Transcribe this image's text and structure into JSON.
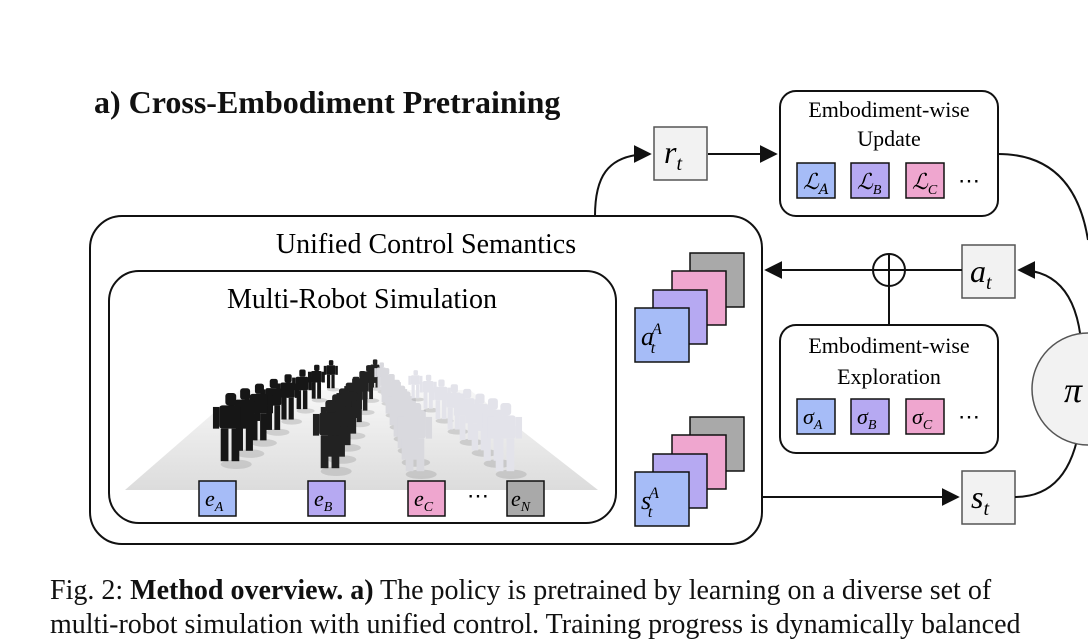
{
  "title": "a) Cross-Embodiment Pretraining",
  "boxes": {
    "update_title_1": "Embodiment-wise",
    "update_title_2": "Update",
    "exploration_title_1": "Embodiment-wise",
    "exploration_title_2": "Exploration",
    "unified_title": "Unified Control Semantics",
    "sim_title": "Multi-Robot Simulation"
  },
  "symbols": {
    "reward": "r",
    "reward_sub": "t",
    "action": "a",
    "action_sub": "t",
    "state": "s",
    "state_sub": "t",
    "policy": "π",
    "action_stack": "a",
    "action_stack_sub": "t",
    "action_stack_sup": "A",
    "state_stack": "s",
    "state_stack_sub": "t",
    "state_stack_sup": "A",
    "loss": [
      "ℒ",
      "ℒ",
      "ℒ"
    ],
    "loss_subs": [
      "A",
      "B",
      "C"
    ],
    "sigma": [
      "σ",
      "σ",
      "σ"
    ],
    "sigma_subs": [
      "A",
      "B",
      "C"
    ],
    "env": [
      "e",
      "e",
      "e",
      "e"
    ],
    "env_subs": [
      "A",
      "B",
      "C",
      "N"
    ],
    "ellipsis": "⋯",
    "plus": "⊕"
  },
  "colors": {
    "blue": "#a6bcf7",
    "purple": "#b6a9f2",
    "pink": "#efa6cf",
    "gray": "#a9a9a9",
    "light": "#f2f2f2"
  },
  "caption": {
    "prefix": "Fig. 2: ",
    "bold": "Method overview. a)",
    "text": " The policy is pretrained by learning on a diverse set of",
    "line2": "multi-robot simulation with unified control. Training progress is dynamically balanced"
  }
}
